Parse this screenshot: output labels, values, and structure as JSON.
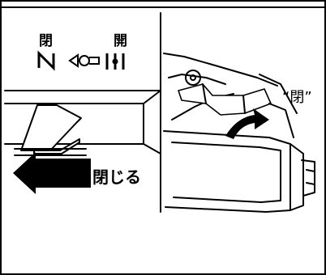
{
  "diagram": {
    "label_closed_left": "閉",
    "label_open_right": "開",
    "arrow_label": "閉じる",
    "callout_label": "“閉”"
  }
}
